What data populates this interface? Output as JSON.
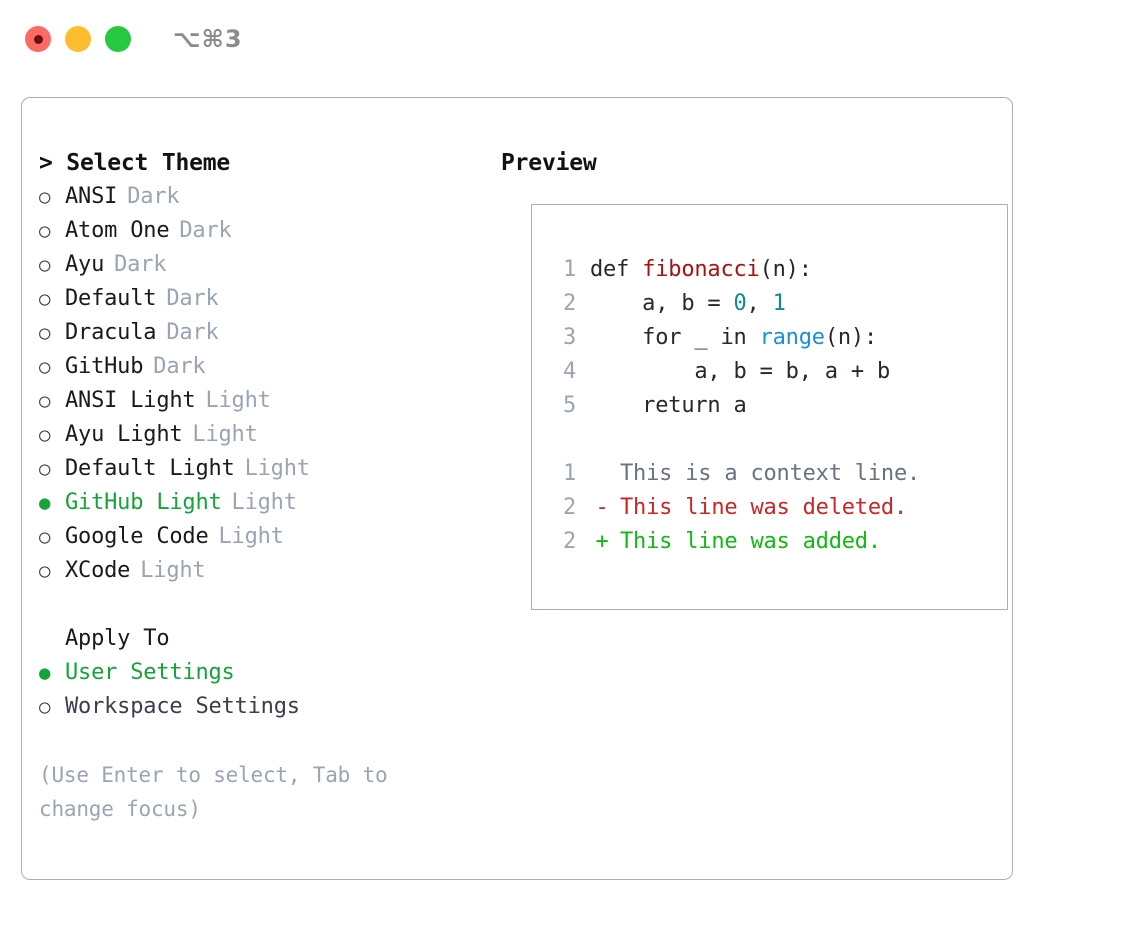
{
  "titlebar": {
    "shortcut": "⌥⌘3",
    "buttons": [
      {
        "name": "close",
        "color": "#fa6b64"
      },
      {
        "name": "minimize",
        "color": "#fcbe2e"
      },
      {
        "name": "maximize",
        "color": "#26c940"
      }
    ]
  },
  "theme_panel": {
    "title": "> Select Theme",
    "items": [
      {
        "marker": "○",
        "name": "ANSI",
        "variant": "Dark",
        "selected": false
      },
      {
        "marker": "○",
        "name": "Atom One",
        "variant": "Dark",
        "selected": false
      },
      {
        "marker": "○",
        "name": "Ayu",
        "variant": "Dark",
        "selected": false
      },
      {
        "marker": "○",
        "name": "Default",
        "variant": "Dark",
        "selected": false
      },
      {
        "marker": "○",
        "name": "Dracula",
        "variant": "Dark",
        "selected": false
      },
      {
        "marker": "○",
        "name": "GitHub",
        "variant": "Dark",
        "selected": false
      },
      {
        "marker": "○",
        "name": "ANSI Light",
        "variant": "Light",
        "selected": false
      },
      {
        "marker": "○",
        "name": "Ayu Light",
        "variant": "Light",
        "selected": false
      },
      {
        "marker": "○",
        "name": "Default Light",
        "variant": "Light",
        "selected": false
      },
      {
        "marker": "●",
        "name": "GitHub Light",
        "variant": "Light",
        "selected": true
      },
      {
        "marker": "○",
        "name": "Google Code",
        "variant": "Light",
        "selected": false
      },
      {
        "marker": "○",
        "name": "XCode",
        "variant": "Light",
        "selected": false
      }
    ]
  },
  "apply_to": {
    "header": "Apply To",
    "items": [
      {
        "marker": "●",
        "name": "User Settings",
        "selected": true
      },
      {
        "marker": "○",
        "name": "Workspace Settings",
        "selected": false
      }
    ]
  },
  "hint": "(Use Enter to select, Tab to change focus)",
  "preview": {
    "title": "Preview",
    "code_lines": [
      {
        "lineno": "1",
        "tokens": [
          {
            "text": "def ",
            "type": "plain"
          },
          {
            "text": "fibonacci",
            "type": "fn"
          },
          {
            "text": "(n):",
            "type": "plain"
          }
        ]
      },
      {
        "lineno": "2",
        "tokens": [
          {
            "text": "    a, b = ",
            "type": "plain"
          },
          {
            "text": "0",
            "type": "num"
          },
          {
            "text": ", ",
            "type": "plain"
          },
          {
            "text": "1",
            "type": "num"
          }
        ]
      },
      {
        "lineno": "3",
        "tokens": [
          {
            "text": "    for _ in ",
            "type": "plain"
          },
          {
            "text": "range",
            "type": "call"
          },
          {
            "text": "(n):",
            "type": "plain"
          }
        ]
      },
      {
        "lineno": "4",
        "tokens": [
          {
            "text": "        a, b = b, a + b",
            "type": "plain"
          }
        ]
      },
      {
        "lineno": "5",
        "tokens": [
          {
            "text": "    return a",
            "type": "plain"
          }
        ]
      }
    ],
    "diff_lines": [
      {
        "lineno": "1",
        "sign": " ",
        "text": "This is a context line.",
        "kind": "ctx"
      },
      {
        "lineno": "2",
        "sign": "-",
        "text": "This line was deleted.",
        "kind": "del"
      },
      {
        "lineno": "2",
        "sign": "+",
        "text": "This line was added.",
        "kind": "add"
      }
    ]
  },
  "colors": {
    "border": "#a6b0bb",
    "selected_green": "#17a339",
    "muted": "#9aa5b1",
    "text": "#1a1a1a",
    "token_function": "#a31515",
    "token_number": "#0f8b8d",
    "token_call": "#1a8fd8",
    "diff_added": "#14b814",
    "diff_deleted": "#c62828",
    "diff_context": "#6a737d"
  }
}
